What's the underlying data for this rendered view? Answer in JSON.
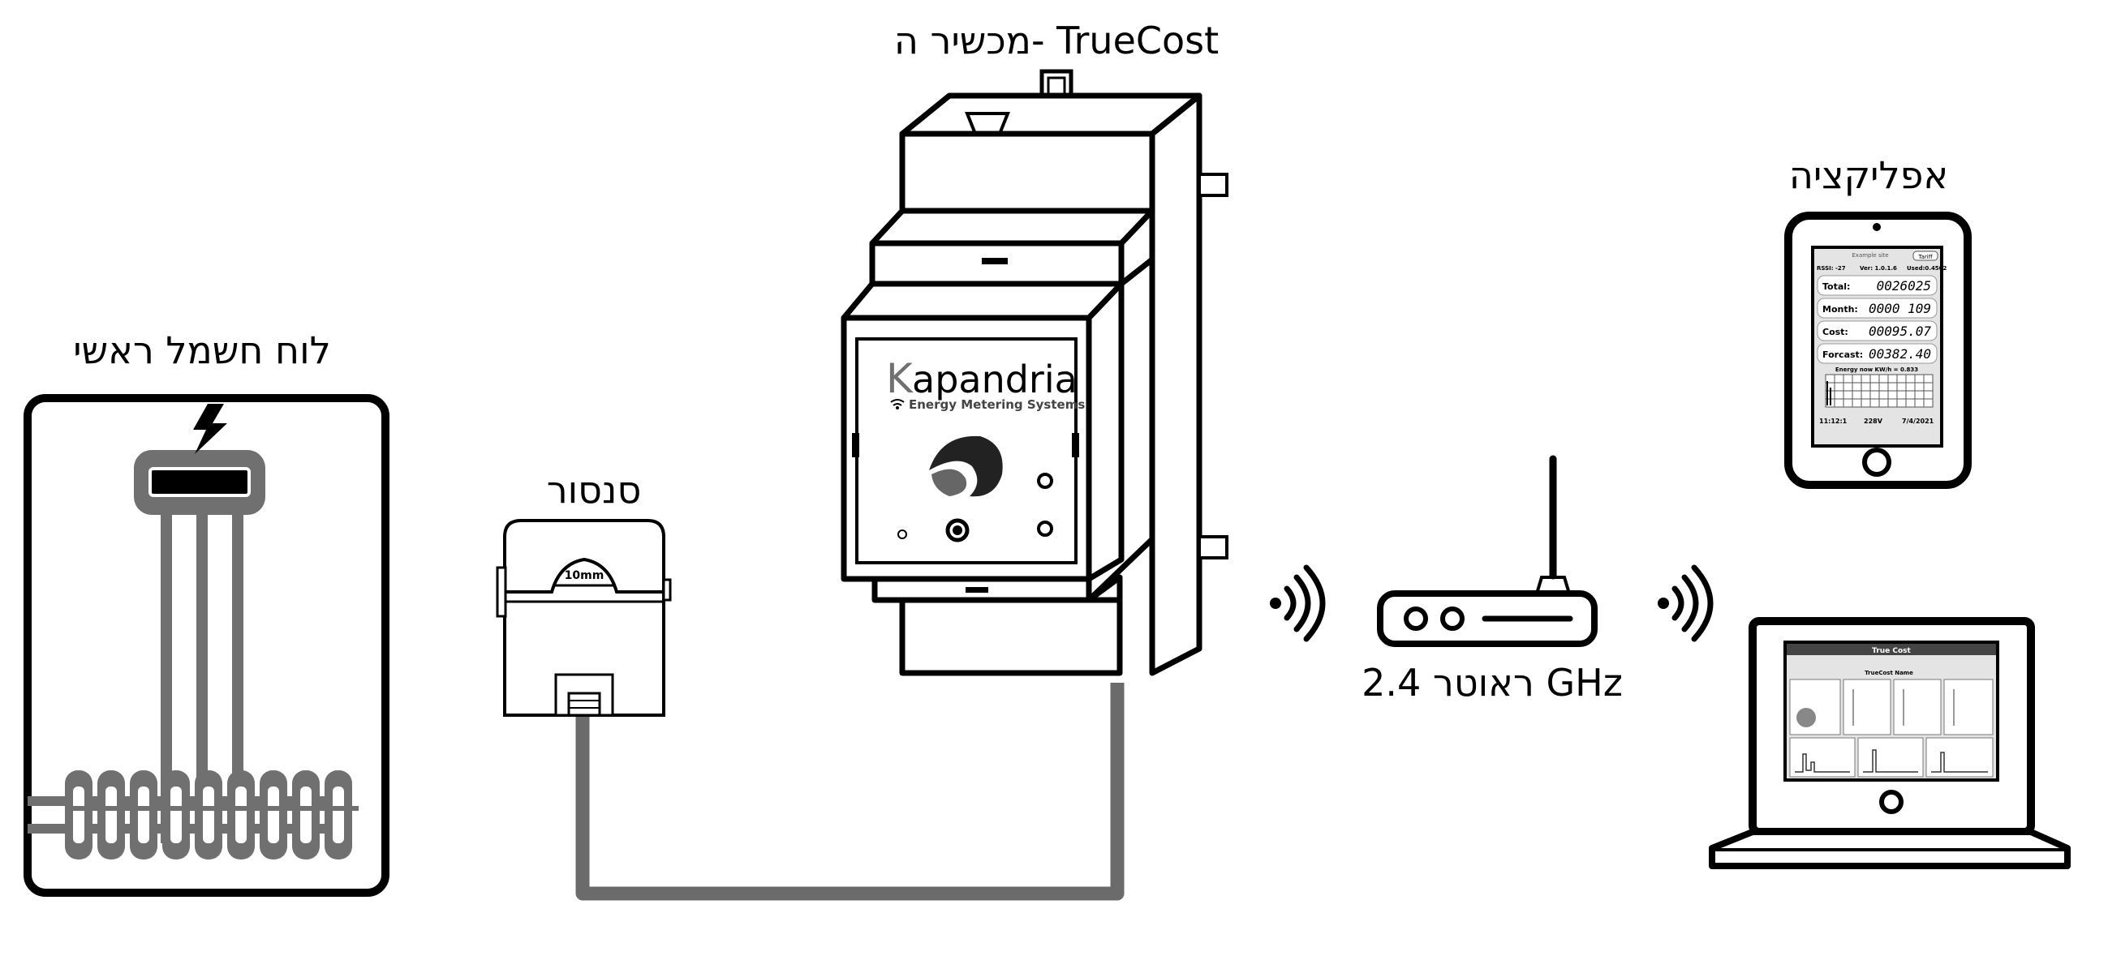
{
  "labels": {
    "device": "מכשיר ה- TrueCost",
    "panel": "לוח חשמל ראשי",
    "sensor": "סנסור",
    "router": "ראוטר 2.4 GHz",
    "app": "אפליקציה"
  },
  "device": {
    "brand_rest": "apandria",
    "brand_k": "K",
    "tagline": "Energy Metering Systems"
  },
  "sensor": {
    "clamp_size": "10mm"
  },
  "phone": {
    "header": "Example site",
    "tariff": "Tariff",
    "rssi": "RSSI: -27",
    "ver": "Ver: 1.0.1.6",
    "used": "Used:0.4502",
    "rows": [
      {
        "label": "Total:",
        "value": "0026025"
      },
      {
        "label": "Month:",
        "value": "0000 109"
      },
      {
        "label": "Cost:",
        "value": "00095.07"
      },
      {
        "label": "Forcast:",
        "value": "00382.40"
      }
    ],
    "chart_title": "Energy now KW/h = 0.833",
    "time": "11:12:1",
    "voltage": "228V",
    "date": "7/4/2021"
  },
  "laptop": {
    "app_title": "True Cost",
    "panel_title": "TrueCost Name"
  },
  "colors": {
    "outline": "#000000",
    "cable": "#6b6b6b",
    "panel_gray": "#707070",
    "screen_bg": "#e4e4e4",
    "laptop_header": "#444444"
  }
}
